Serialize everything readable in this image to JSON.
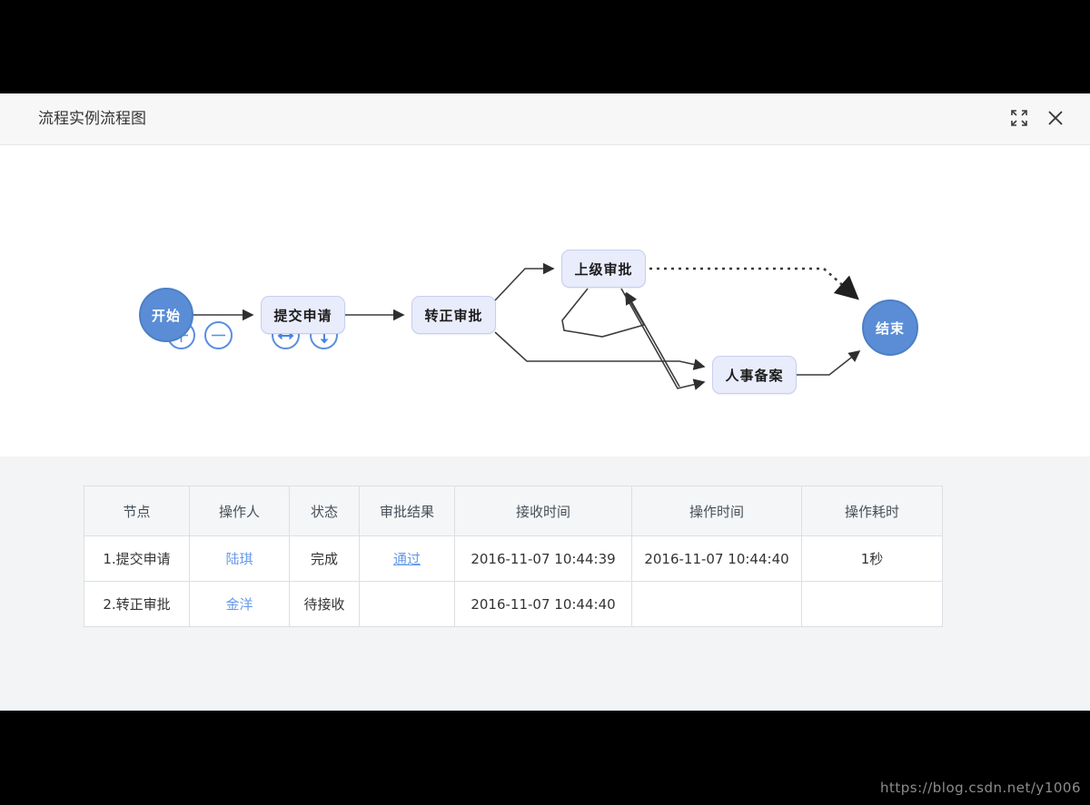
{
  "modal": {
    "title": "流程实例流程图",
    "icons": [
      "fullscreen-icon",
      "close-icon"
    ]
  },
  "toolbar": {
    "icons": [
      "zoom-in-icon",
      "zoom-out-icon",
      "fit-width-icon",
      "fit-height-icon"
    ]
  },
  "diagram": {
    "nodes": [
      {
        "id": "start",
        "type": "circle",
        "label": "开始"
      },
      {
        "id": "submit",
        "type": "box",
        "label": "提交申请"
      },
      {
        "id": "approve",
        "type": "box",
        "label": "转正审批"
      },
      {
        "id": "superior",
        "type": "box",
        "label": "上级审批"
      },
      {
        "id": "hr",
        "type": "box",
        "label": "人事备案"
      },
      {
        "id": "end",
        "type": "circle",
        "label": "结束"
      }
    ],
    "edges": [
      {
        "from": "start",
        "to": "submit",
        "style": "solid"
      },
      {
        "from": "submit",
        "to": "approve",
        "style": "solid"
      },
      {
        "from": "approve",
        "to": "superior",
        "style": "solid"
      },
      {
        "from": "approve",
        "to": "hr",
        "style": "solid"
      },
      {
        "from": "superior",
        "to": "superior",
        "style": "solid"
      },
      {
        "from": "superior",
        "to": "hr",
        "style": "solid"
      },
      {
        "from": "hr",
        "to": "superior",
        "style": "solid"
      },
      {
        "from": "superior",
        "to": "end",
        "style": "dashed"
      },
      {
        "from": "hr",
        "to": "end",
        "style": "solid"
      }
    ],
    "colors": {
      "circle_fill": "#5a8dd6",
      "circle_border": "#4c80c4",
      "box_fill": "#e9ecfa",
      "box_border": "#c7cef2",
      "edge": "#3c3c3c",
      "control_blue": "#5b8fe0"
    }
  },
  "table": {
    "headers": [
      "节点",
      "操作人",
      "状态",
      "审批结果",
      "接收时间",
      "操作时间",
      "操作耗时"
    ],
    "rows": [
      {
        "node": "1.提交申请",
        "operator": "陆琪",
        "status": "完成",
        "result": "通过",
        "receive_time": "2016-11-07 10:44:39",
        "operate_time": "2016-11-07 10:44:40",
        "duration": "1秒"
      },
      {
        "node": "2.转正审批",
        "operator": "金洋",
        "status": "待接收",
        "result": "",
        "receive_time": "2016-11-07 10:44:40",
        "operate_time": "",
        "duration": ""
      }
    ]
  },
  "watermark": "https://blog.csdn.net/y1006"
}
